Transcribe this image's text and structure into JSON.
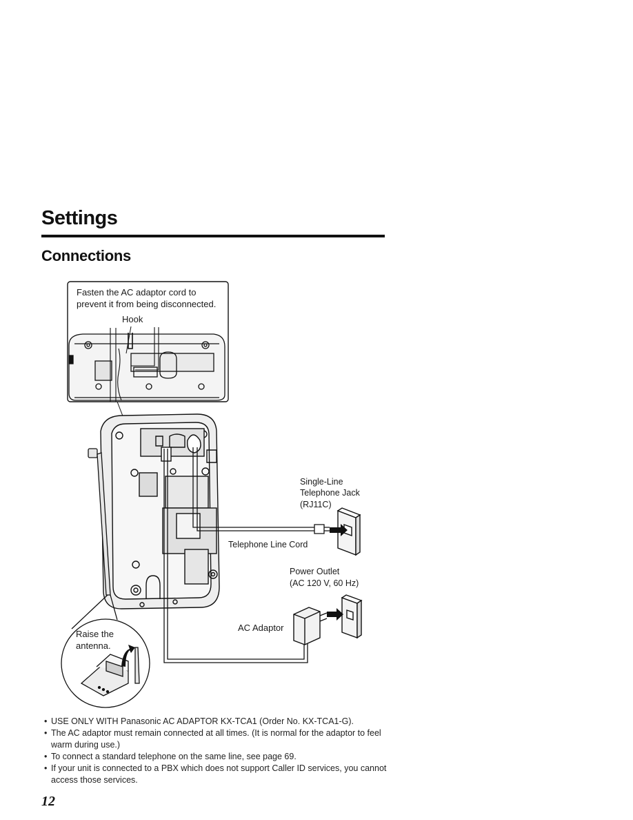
{
  "page": {
    "section_title": "Settings",
    "sub_title": "Connections",
    "page_number": "12"
  },
  "figure": {
    "callout_line1": "Fasten the AC adaptor cord to",
    "callout_line2": "prevent it from being disconnected.",
    "hook_label": "Hook",
    "jack_label_line1": "Single-Line",
    "jack_label_line2": "Telephone Jack",
    "jack_label_line3": "(RJ11C)",
    "line_cord_label": "Telephone Line Cord",
    "outlet_label_line1": "Power Outlet",
    "outlet_label_line2": "(AC 120 V, 60 Hz)",
    "adaptor_label": "AC Adaptor",
    "antenna_label_line1": "Raise the",
    "antenna_label_line2": "antenna."
  },
  "notes": [
    "USE ONLY WITH Panasonic AC ADAPTOR KX-TCA1 (Order No. KX-TCA1-G).",
    "The AC adaptor must remain connected at all times. (It is normal for the adaptor to feel warm during use.)",
    "To connect a standard telephone on the same line, see page 69.",
    "If your unit is connected to a PBX which does not support Caller ID services, you cannot access those services."
  ]
}
